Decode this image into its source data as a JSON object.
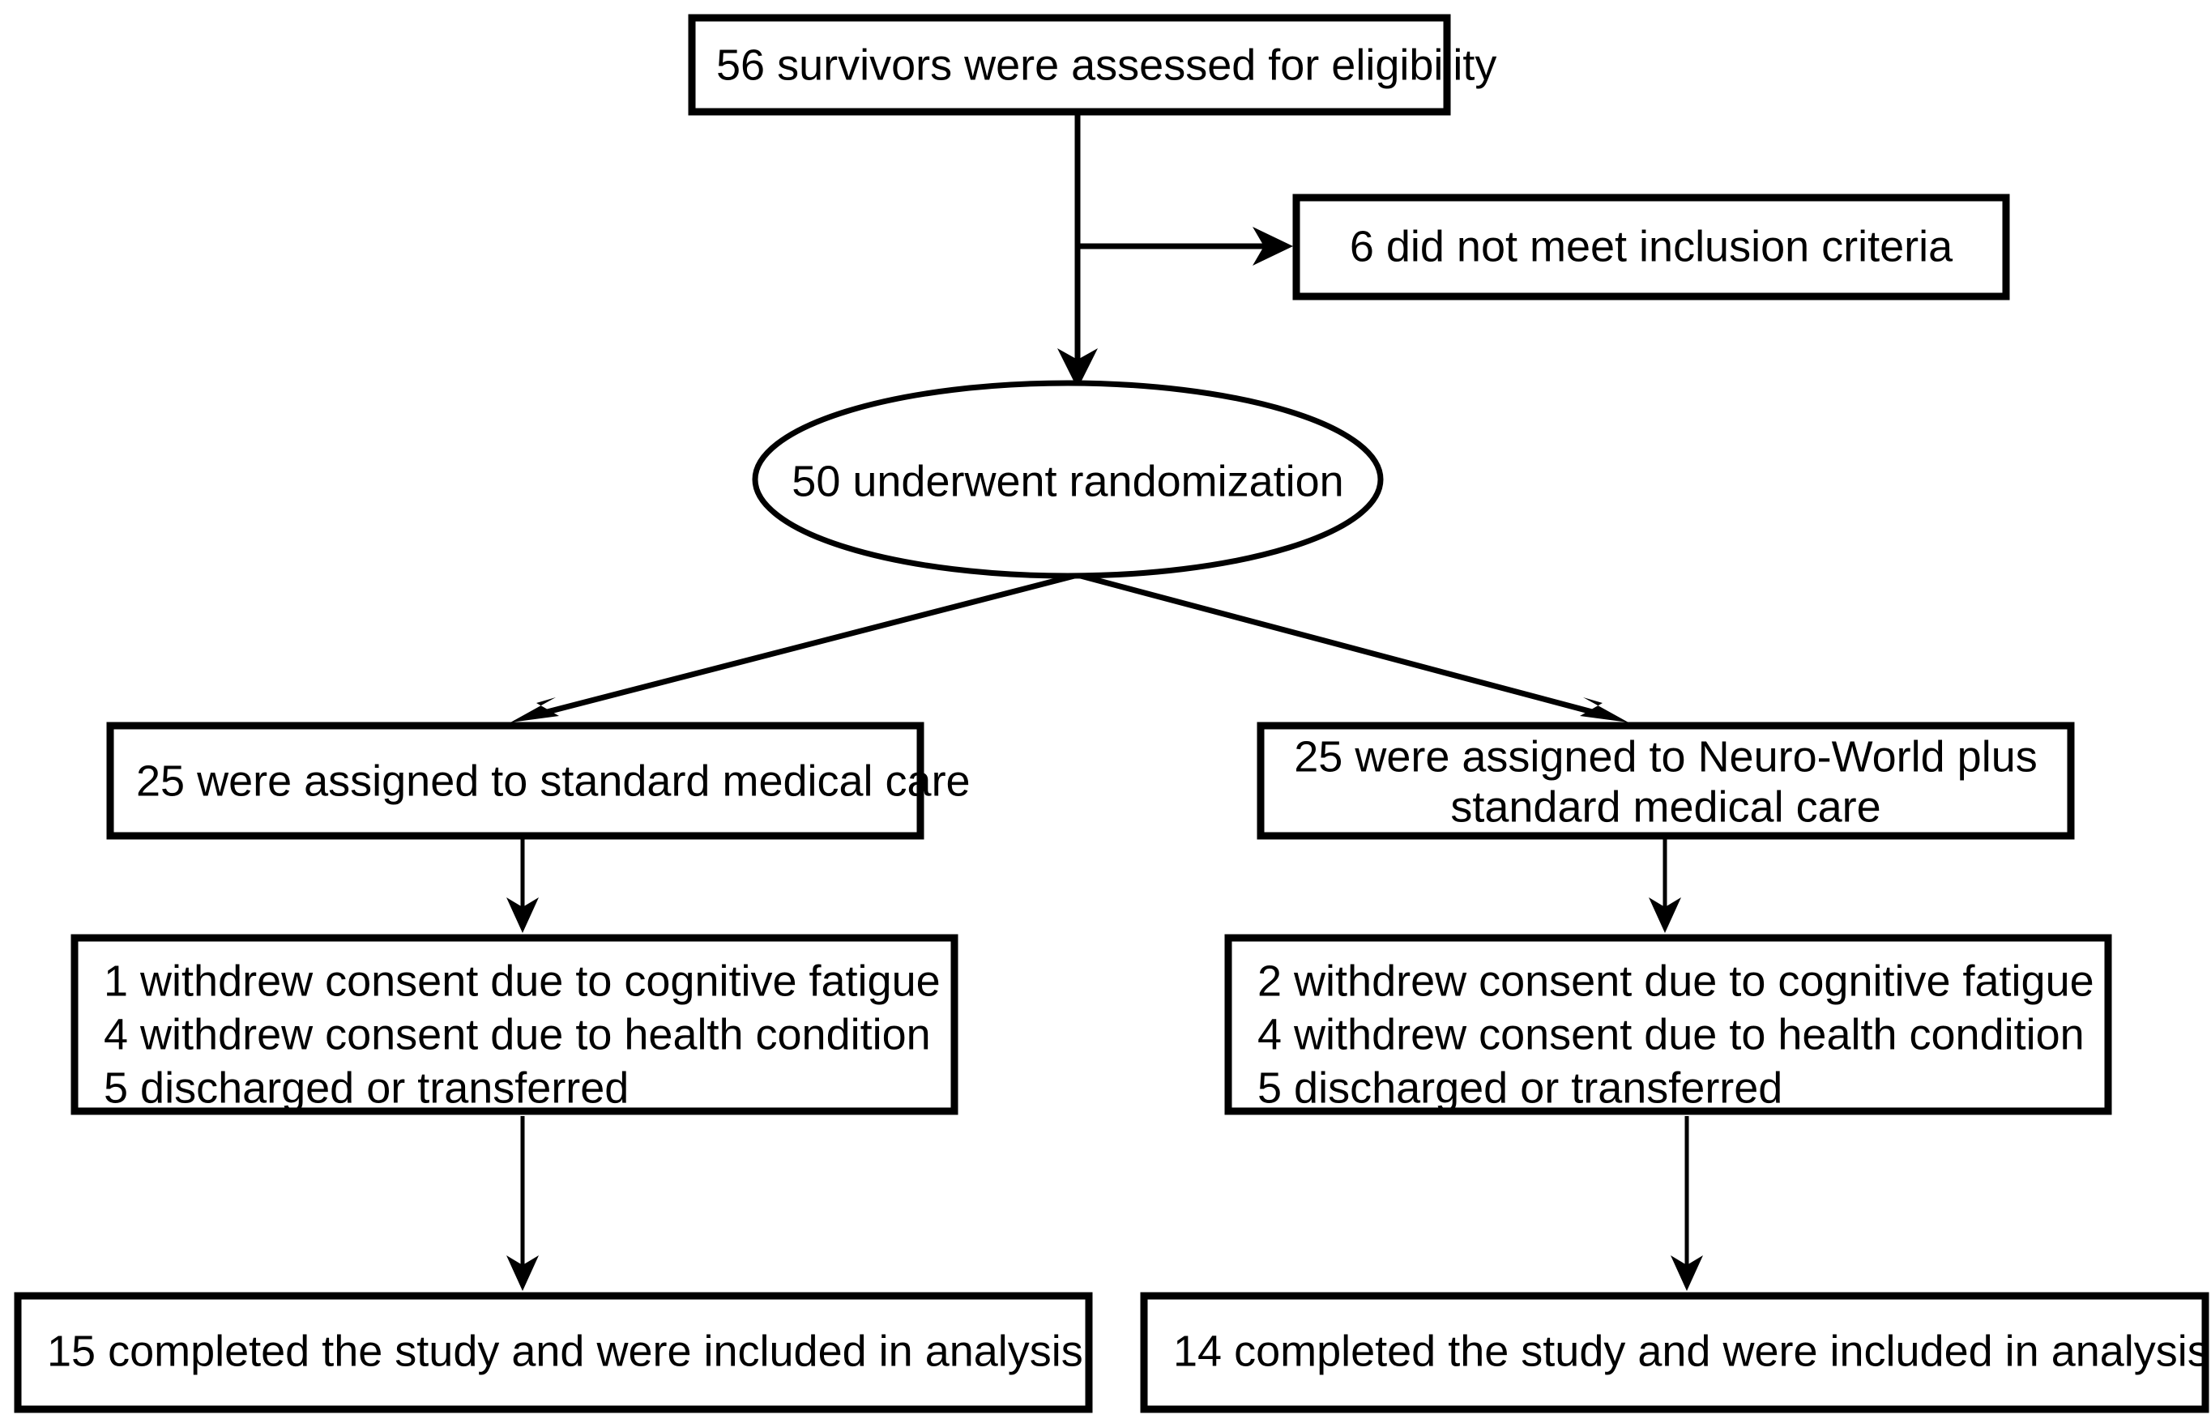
{
  "diagram": {
    "type": "flowchart",
    "title": "CONSORT participant flow diagram",
    "orientation": "top-to-bottom",
    "colors": {
      "background": "#ffffff",
      "stroke": "#000000",
      "text": "#000000",
      "fill": "#ffffff"
    },
    "nodes": {
      "enrollment": {
        "shape": "rectangle",
        "label": "56 survivors were assessed for eligibility"
      },
      "excluded": {
        "shape": "rectangle",
        "label": "6 did not meet inclusion criteria"
      },
      "randomization": {
        "shape": "ellipse",
        "label": "50 underwent randomization"
      },
      "control_allocation": {
        "shape": "rectangle",
        "label": "25 were assigned to standard medical care"
      },
      "intervention_allocation": {
        "shape": "rectangle",
        "line1": "25 were assigned to Neuro-World plus",
        "line2": "standard medical care"
      },
      "control_attrition": {
        "shape": "rectangle",
        "line1": "1 withdrew consent due to cognitive fatigue",
        "line2": "4 withdrew consent due to health condition",
        "line3": "5 discharged or transferred"
      },
      "intervention_attrition": {
        "shape": "rectangle",
        "line1": "2 withdrew consent due to cognitive fatigue",
        "line2": "4 withdrew consent due to health condition",
        "line3": "5 discharged or transferred"
      },
      "control_analysis": {
        "shape": "rectangle",
        "label": "15 completed the study and were included in analysis"
      },
      "intervention_analysis": {
        "shape": "rectangle",
        "label": "14 completed the study and were included in analysis"
      }
    },
    "edges": [
      {
        "from": "enrollment",
        "to": "randomization",
        "style": "arrow-down"
      },
      {
        "from": "enrollment",
        "to": "excluded",
        "style": "arrow-right"
      },
      {
        "from": "randomization",
        "to": "control_allocation",
        "style": "arrow-diagonal-left"
      },
      {
        "from": "randomization",
        "to": "intervention_allocation",
        "style": "arrow-diagonal-right"
      },
      {
        "from": "control_allocation",
        "to": "control_attrition",
        "style": "arrow-down"
      },
      {
        "from": "intervention_allocation",
        "to": "intervention_attrition",
        "style": "arrow-down"
      },
      {
        "from": "control_attrition",
        "to": "control_analysis",
        "style": "arrow-down"
      },
      {
        "from": "intervention_attrition",
        "to": "intervention_analysis",
        "style": "arrow-down"
      }
    ]
  }
}
